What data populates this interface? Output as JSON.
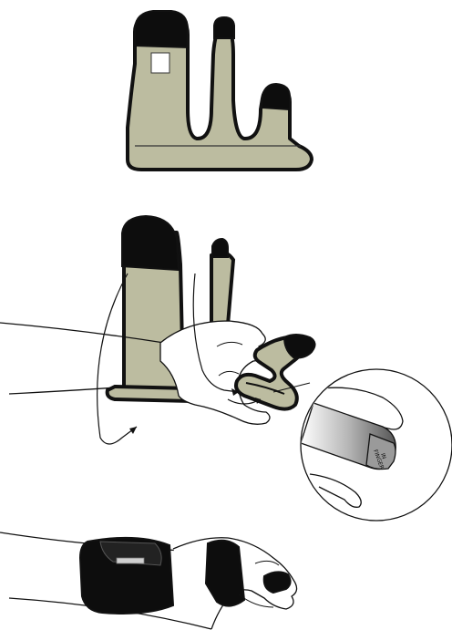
{
  "figure": {
    "steps": [
      {
        "name": "splint-flat"
      },
      {
        "name": "splint-application"
      },
      {
        "name": "splint-worn"
      }
    ]
  },
  "inset": {
    "label_lines": [
      "IN",
      "FINGER"
    ]
  },
  "colors": {
    "splint_fill": "#bcbca0",
    "strap": "#0d0d0d",
    "outline": "#111111",
    "skin": "#ffffff",
    "label_patch": "#ffffff"
  }
}
